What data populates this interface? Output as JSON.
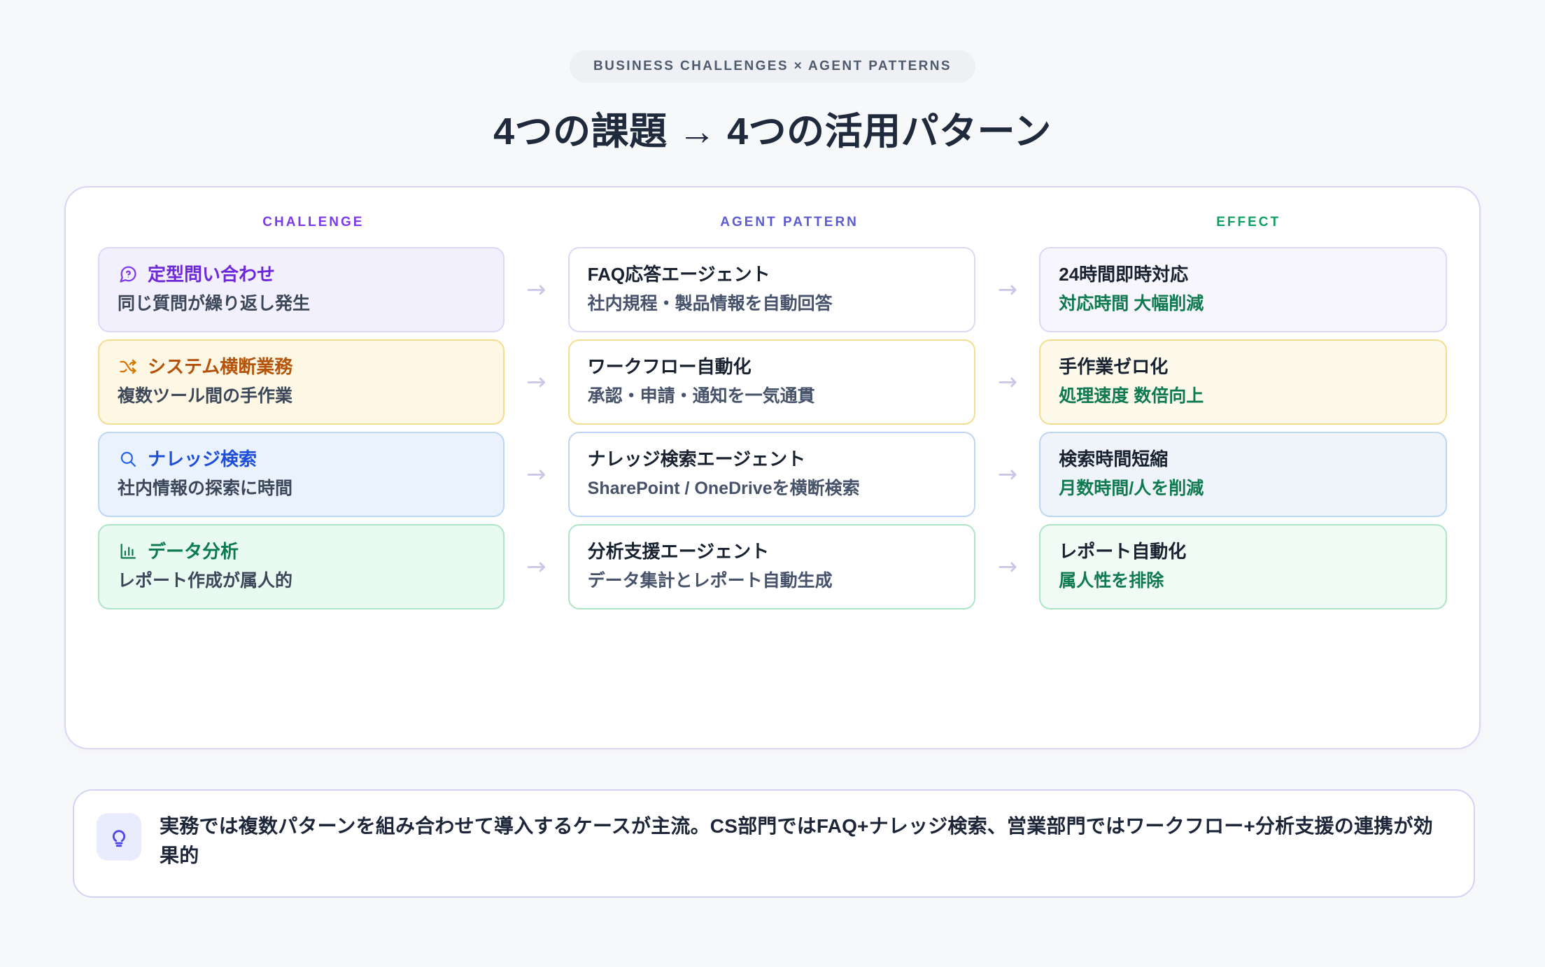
{
  "header": {
    "eyebrow": "BUSINESS CHALLENGES × AGENT PATTERNS",
    "headline": "4つの課題 → 4つの活用パターン"
  },
  "columns": {
    "challenge": "CHALLENGE",
    "pattern": "AGENT PATTERN",
    "effect": "EFFECT"
  },
  "arrow": "→",
  "colors": {
    "challenge_heading": "#7c3aed",
    "pattern_heading": "#5b5bd6",
    "effect_heading": "#0f9d63",
    "effect_value": "#0f7a50",
    "arrow": "#c9c7e6",
    "panel_border": "#d8d6f5",
    "accent_purple": "#6d28d9",
    "accent_amber": "#b45309",
    "accent_blue": "#1d4ed8",
    "accent_green": "#0b7a4f"
  },
  "rows": [
    {
      "icon": "question-bubble-icon",
      "challenge_title": "定型問い合わせ",
      "challenge_sub": "同じ質問が繰り返し発生",
      "pattern_title": "FAQ応答エージェント",
      "pattern_sub": "社内規程・製品情報を自動回答",
      "effect_title": "24時間即時対応",
      "effect_sub": "対応時間 大幅削減"
    },
    {
      "icon": "shuffle-icon",
      "challenge_title": "システム横断業務",
      "challenge_sub": "複数ツール間の手作業",
      "pattern_title": "ワークフロー自動化",
      "pattern_sub": "承認・申請・通知を一気通貫",
      "effect_title": "手作業ゼロ化",
      "effect_sub": "処理速度 数倍向上"
    },
    {
      "icon": "search-icon",
      "challenge_title": "ナレッジ検索",
      "challenge_sub": "社内情報の探索に時間",
      "pattern_title": "ナレッジ検索エージェント",
      "pattern_sub": "SharePoint / OneDriveを横断検索",
      "effect_title": "検索時間短縮",
      "effect_sub": "月数時間/人を削減"
    },
    {
      "icon": "bar-chart-icon",
      "challenge_title": "データ分析",
      "challenge_sub": "レポート作成が属人的",
      "pattern_title": "分析支援エージェント",
      "pattern_sub": "データ集計とレポート自動生成",
      "effect_title": "レポート自動化",
      "effect_sub": "属人性を排除"
    }
  ],
  "note": {
    "icon": "lightbulb-icon",
    "text": "実務では複数パターンを組み合わせて導入するケースが主流。CS部門ではFAQ+ナレッジ検索、営業部門ではワークフロー+分析支援の連携が効果的"
  }
}
